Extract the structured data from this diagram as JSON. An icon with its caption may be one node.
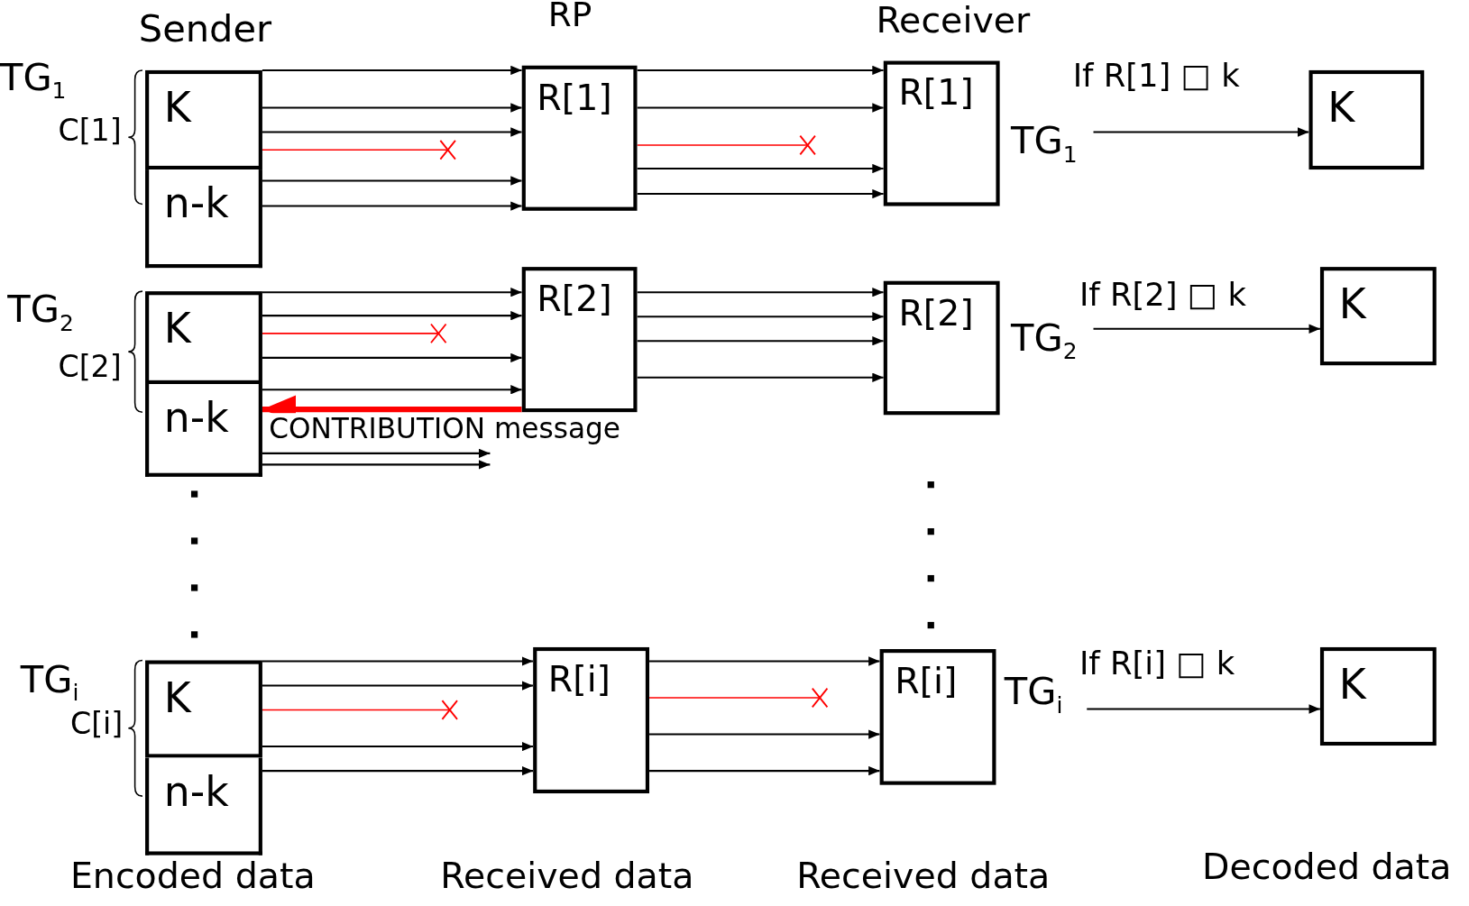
{
  "diagram": {
    "nodes": [
      {
        "text": [
          "K"
        ]
      },
      {
        "text": [
          "n-k"
        ]
      },
      {
        "text": [
          "R[1]"
        ]
      },
      {
        "text": [
          "R[1]"
        ]
      },
      {
        "text": [
          "K"
        ]
      },
      {
        "text": [
          "K"
        ]
      },
      {
        "text": [
          "n-k"
        ]
      },
      {
        "text": [
          "R[2]"
        ]
      },
      {
        "text": [
          "R[2]"
        ]
      },
      {
        "text": [
          "K"
        ]
      },
      {
        "text": [
          "K"
        ]
      },
      {
        "text": [
          "n-k"
        ]
      },
      {
        "text": [
          "R[i]"
        ]
      },
      {
        "text": [
          "R[i]"
        ]
      },
      {
        "text": [
          "K"
        ]
      }
    ],
    "edges": [
      {
        "from": 0,
        "to": 2,
        "arrow": "to"
      },
      {
        "from": 0,
        "to": 2,
        "arrow": "to"
      },
      {
        "from": 0,
        "to": 2,
        "arrow": "to"
      },
      {
        "from": 0,
        "to": null,
        "arrow": "other",
        "color": "#ff0000"
      },
      {
        "from": 1,
        "to": 2,
        "arrow": "to"
      },
      {
        "from": 1,
        "to": 2,
        "arrow": "to"
      },
      {
        "from": 2,
        "to": 3,
        "arrow": "to"
      },
      {
        "from": 2,
        "to": 3,
        "arrow": "to"
      },
      {
        "from": 2,
        "to": null,
        "arrow": "other",
        "color": "#ff0000"
      },
      {
        "from": 2,
        "to": 3,
        "arrow": "to"
      },
      {
        "from": 2,
        "to": 3,
        "arrow": "to"
      },
      {
        "from": null,
        "to": 4,
        "arrow": "to",
        "label": "If R[1] □ k"
      },
      {
        "from": 5,
        "to": 7,
        "arrow": "to"
      },
      {
        "from": 5,
        "to": 7,
        "arrow": "to"
      },
      {
        "from": 5,
        "to": null,
        "arrow": "other",
        "color": "#ff0000"
      },
      {
        "from": 5,
        "to": 7,
        "arrow": "to"
      },
      {
        "from": 6,
        "to": 7,
        "arrow": "to"
      },
      {
        "from": 7,
        "to": 6,
        "arrow": "to",
        "style": "thick",
        "color": "#ff0000",
        "label": "CONTRIBUTION message"
      },
      {
        "from": 6,
        "to": null,
        "arrow": "to"
      },
      {
        "from": 6,
        "to": null,
        "arrow": "to"
      },
      {
        "from": 7,
        "to": 8,
        "arrow": "to"
      },
      {
        "from": 7,
        "to": 8,
        "arrow": "to"
      },
      {
        "from": 7,
        "to": 8,
        "arrow": "to"
      },
      {
        "from": 7,
        "to": 8,
        "arrow": "to"
      },
      {
        "from": null,
        "to": 9,
        "arrow": "to",
        "label": "If R[2] □ k"
      },
      {
        "from": 10,
        "to": 12,
        "arrow": "to"
      },
      {
        "from": 10,
        "to": 12,
        "arrow": "to"
      },
      {
        "from": 10,
        "to": null,
        "arrow": "other",
        "color": "#ff0000"
      },
      {
        "from": 11,
        "to": 12,
        "arrow": "to"
      },
      {
        "from": 11,
        "to": 12,
        "arrow": "to"
      },
      {
        "from": 12,
        "to": 13,
        "arrow": "to"
      },
      {
        "from": 12,
        "to": null,
        "arrow": "other",
        "color": "#ff0000"
      },
      {
        "from": 12,
        "to": 13,
        "arrow": "to"
      },
      {
        "from": 12,
        "to": 13,
        "arrow": "to"
      },
      {
        "from": null,
        "to": 14,
        "arrow": "to",
        "label": "If R[i] □ k"
      }
    ],
    "labels": [
      "Sender",
      "RP",
      "Receiver",
      "TG$_{1}$",
      "C[1]",
      "TG$_{1}$",
      "TG$_{2}$",
      "C[2]",
      "TG$_{2}$",
      "TG$_{i}$",
      "C[i]",
      "TG$_{i}$",
      "Encoded data",
      "Received data",
      "Received data",
      "Decoded data"
    ]
  }
}
